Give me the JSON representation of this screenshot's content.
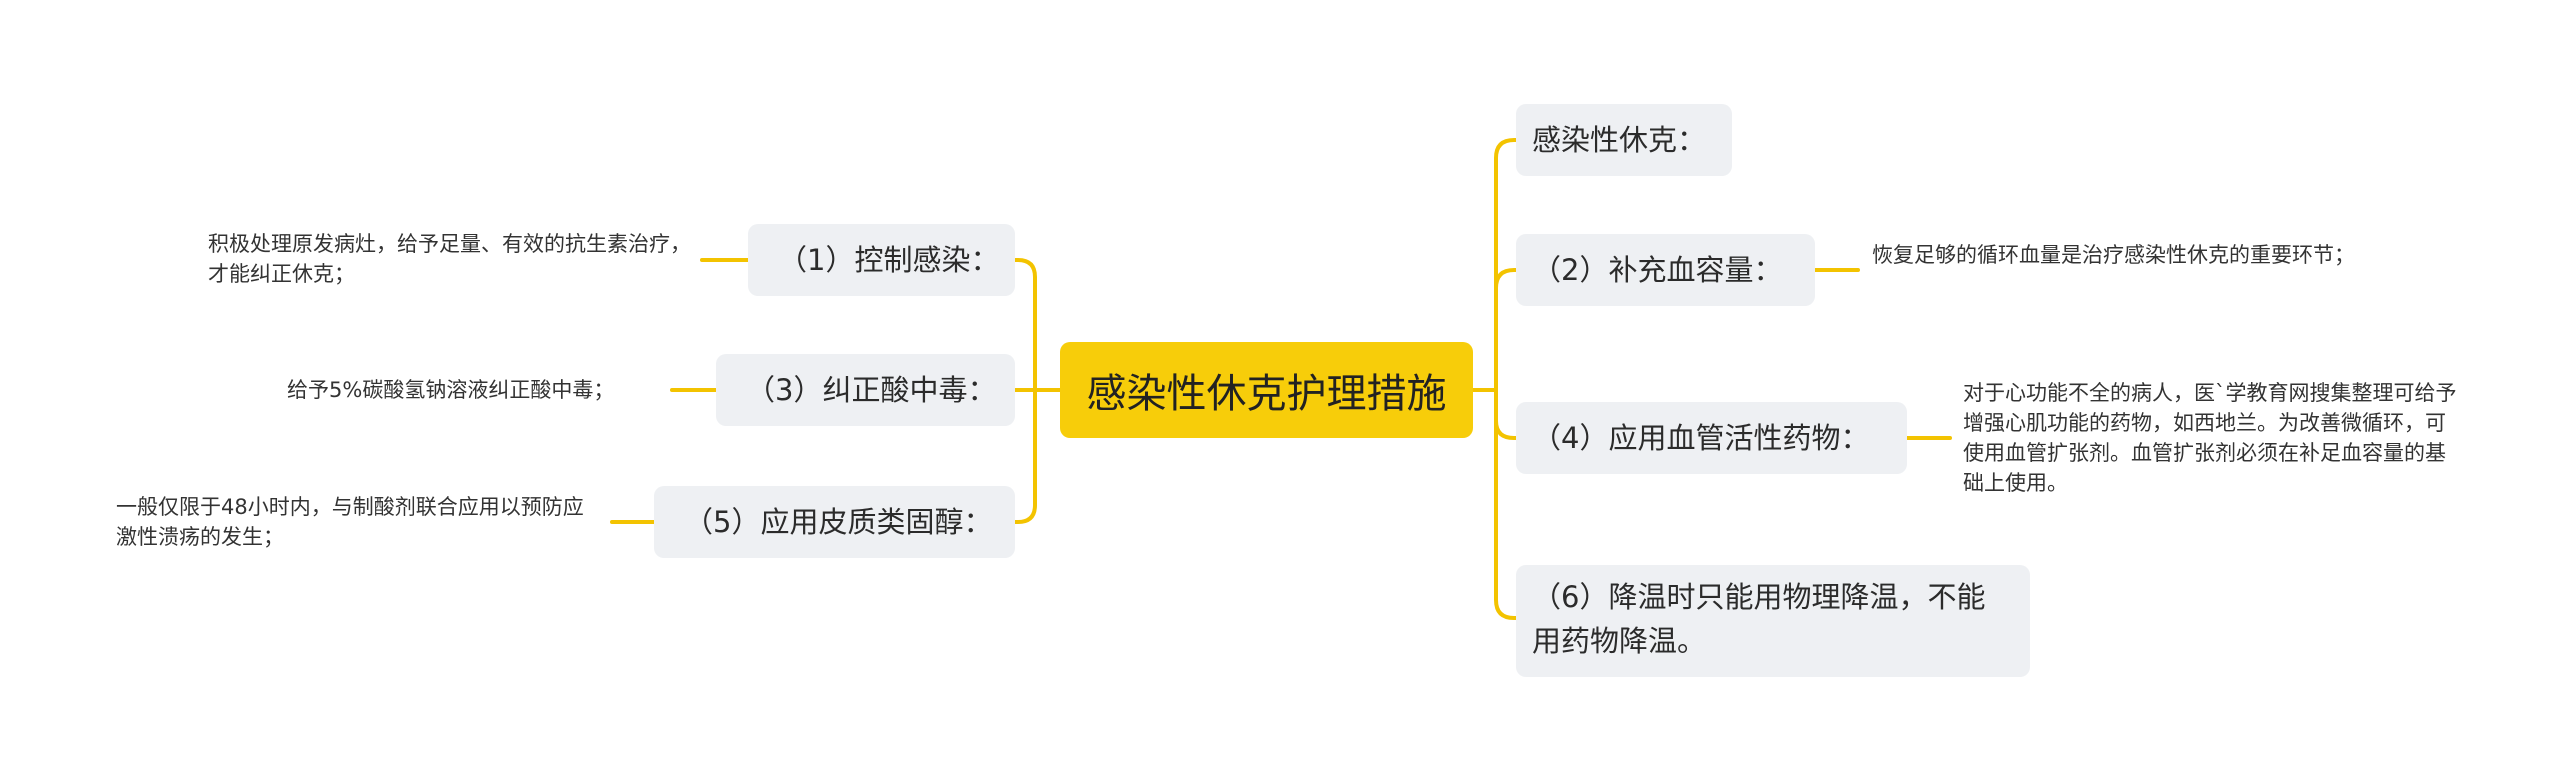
{
  "title": "感染性休克护理措施",
  "branches": {
    "b1": {
      "label": "（1）控制感染：",
      "detail": "积极处理原发病灶，给予足量、有效的抗生素治疗，才能纠正休克；"
    },
    "b3": {
      "label": "（3）纠正酸中毒：",
      "detail": "给予5%碳酸氢钠溶液纠正酸中毒；"
    },
    "b5": {
      "label": "（5）应用皮质类固醇：",
      "detail": "一般仅限于48小时内，与制酸剂联合应用以预防应激性溃疡的发生；"
    },
    "b0": {
      "label": "感染性休克："
    },
    "b2": {
      "label": "（2）补充血容量：",
      "detail": "恢复足够的循环血量是治疗感染性休克的重要环节；"
    },
    "b4": {
      "label": "（4）应用血管活性药物：",
      "detail": "对于心功能不全的病人，医`学教育网搜集整理可给予增强心肌功能的药物，如西地兰。为改善微循环，可使用血管扩张剂。血管扩张剂必须在补足血容量的基础上使用。"
    },
    "b6": {
      "label": "（6）降温时只能用物理降温，不能用药物降温。"
    }
  },
  "colors": {
    "accent": "#f7cd0a",
    "line": "#f3c300",
    "box": "#eef0f3"
  }
}
